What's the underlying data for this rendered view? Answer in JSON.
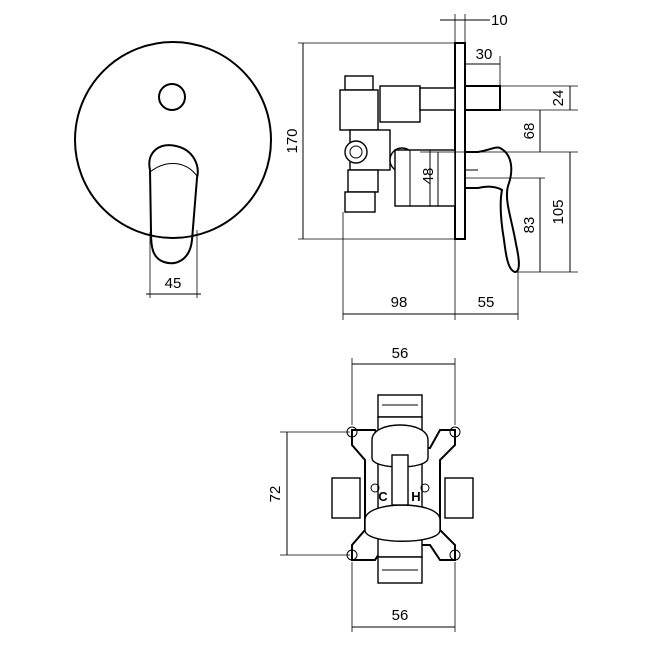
{
  "dimensions": {
    "front_width": "45",
    "top_offset": "10",
    "spout_depth": "30",
    "spout_height": "24",
    "overall_height": "170",
    "axis_to_spout": "68",
    "handle_offset": "48",
    "axis_to_handle_end": "83",
    "handle_total": "105",
    "body_depth": "98",
    "handle_projection": "55",
    "body_top_width": "56",
    "body_height": "72",
    "body_bottom_width": "56"
  },
  "port_labels": {
    "cold": "C",
    "hot": "H"
  }
}
